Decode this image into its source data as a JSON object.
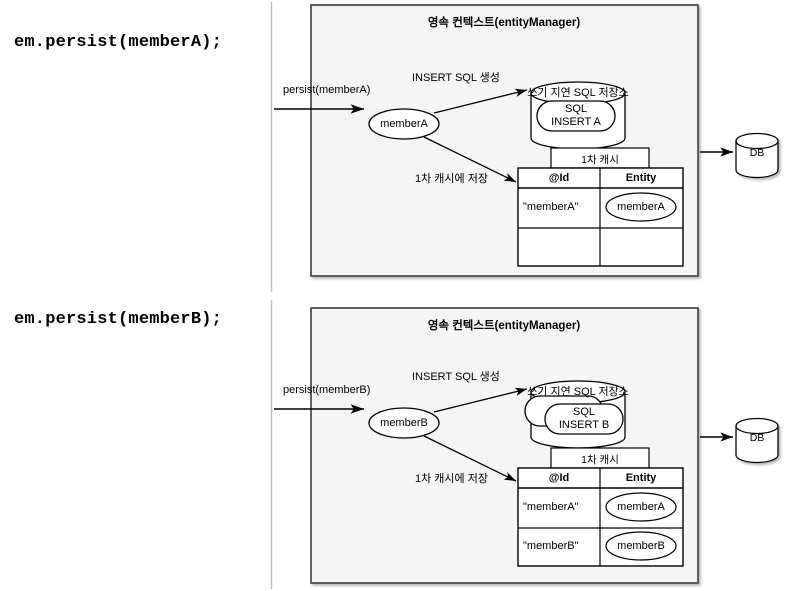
{
  "diagram": {
    "title": "JPA persistence context write-behind (쓰기 지연) flow",
    "colors": {
      "context_fill": "#f5f5f5",
      "context_stroke": "#3a3a3a",
      "shape_stroke": "#000000",
      "divider": "#b8b8b8",
      "text": "#000000",
      "page_background": "#ffffff"
    },
    "sections": [
      {
        "id": "step-a",
        "code_caption": "em.persist(memberA);",
        "incoming_arrow_label": "persist(memberA)",
        "context_title": "영속 컨텍스트(entityManager)",
        "entity_ellipse": "memberA",
        "insert_arrow_label": "INSERT SQL 생성",
        "cache_arrow_label": "1차 캐시에 저장",
        "sql_store": {
          "title": "쓰기 지연 SQL 저장소",
          "items": [
            {
              "line1": "SQL",
              "line2": "INSERT A"
            }
          ]
        },
        "cache": {
          "title": "1차 캐시",
          "headers": [
            "@Id",
            "Entity"
          ],
          "rows": [
            {
              "id": "\"memberA\"",
              "entity": "memberA"
            },
            {
              "id": "",
              "entity": ""
            }
          ]
        },
        "database": {
          "label": "DB"
        }
      },
      {
        "id": "step-b",
        "code_caption": "em.persist(memberB);",
        "incoming_arrow_label": "persist(memberB)",
        "context_title": "영속 컨텍스트(entityManager)",
        "entity_ellipse": "memberB",
        "insert_arrow_label": "INSERT SQL 생성",
        "cache_arrow_label": "1차 캐시에 저장",
        "sql_store": {
          "title": "쓰기 지연 SQL 저장소",
          "items": [
            {
              "line1": "",
              "line2": ""
            },
            {
              "line1": "SQL",
              "line2": "INSERT B"
            }
          ]
        },
        "cache": {
          "title": "1차 캐시",
          "headers": [
            "@Id",
            "Entity"
          ],
          "rows": [
            {
              "id": "\"memberA\"",
              "entity": "memberA"
            },
            {
              "id": "\"memberB\"",
              "entity": "memberB"
            }
          ]
        },
        "database": {
          "label": "DB"
        }
      }
    ]
  }
}
